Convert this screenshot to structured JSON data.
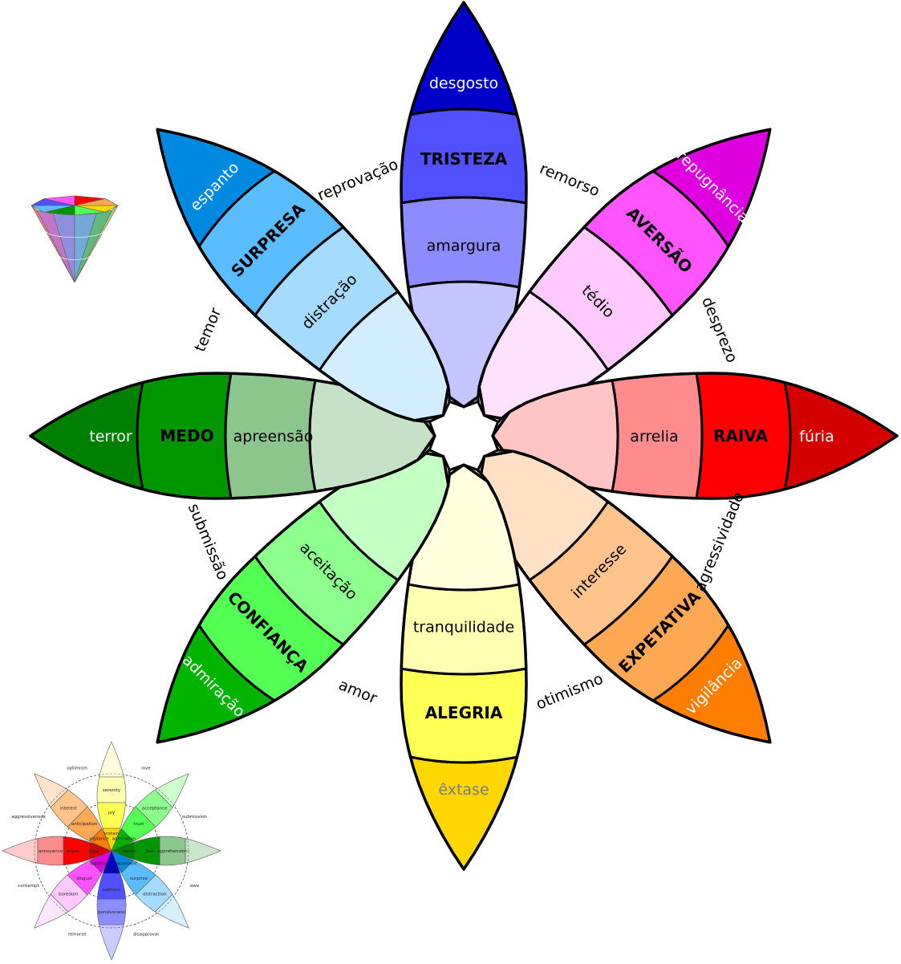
{
  "petals": [
    {
      "id": "tristeza",
      "angle": -90,
      "segments": [
        {
          "label": "desgosto",
          "fill": "#0000c8",
          "text": "#ffffff",
          "bold": false
        },
        {
          "label": "TRISTEZA",
          "fill": "#5050ff",
          "text": "#000000",
          "bold": true
        },
        {
          "label": "amargura",
          "fill": "#8c8cff",
          "text": "#000000",
          "bold": false
        },
        {
          "label": "",
          "fill": "#c4c4ff",
          "text": "#000000",
          "bold": false
        }
      ]
    },
    {
      "id": "aversao",
      "angle": -45,
      "segments": [
        {
          "label": "repugnância",
          "fill": "#de00de",
          "text": "#ffffff",
          "bold": false
        },
        {
          "label": "AVERSÃO",
          "fill": "#ff54ff",
          "text": "#000000",
          "bold": true
        },
        {
          "label": "tédio",
          "fill": "#ffc8ff",
          "text": "#000000",
          "bold": false
        },
        {
          "label": "",
          "fill": "#ffe0ff",
          "text": "#000000",
          "bold": false
        }
      ]
    },
    {
      "id": "raiva",
      "angle": 0,
      "segments": [
        {
          "label": "fúria",
          "fill": "#d40000",
          "text": "#ffffff",
          "bold": false
        },
        {
          "label": "RAIVA",
          "fill": "#ff0000",
          "text": "#000000",
          "bold": true
        },
        {
          "label": "arrelia",
          "fill": "#ff8c8c",
          "text": "#000000",
          "bold": false
        },
        {
          "label": "",
          "fill": "#ffc4c4",
          "text": "#000000",
          "bold": false
        }
      ]
    },
    {
      "id": "expetativa",
      "angle": 45,
      "segments": [
        {
          "label": "vigilância",
          "fill": "#ff7d00",
          "text": "#ffffff",
          "bold": false
        },
        {
          "label": "EXPETATIVA",
          "fill": "#ffa854",
          "text": "#000000",
          "bold": true
        },
        {
          "label": "interesse",
          "fill": "#ffc48c",
          "text": "#000000",
          "bold": false
        },
        {
          "label": "",
          "fill": "#ffe0c4",
          "text": "#000000",
          "bold": false
        }
      ]
    },
    {
      "id": "alegria",
      "angle": 90,
      "segments": [
        {
          "label": "êxtase",
          "fill": "#ffd700",
          "text": "#7a7a7a",
          "bold": false
        },
        {
          "label": "ALEGRIA",
          "fill": "#ffff54",
          "text": "#000000",
          "bold": true
        },
        {
          "label": "tranquilidade",
          "fill": "#ffffb1",
          "text": "#000000",
          "bold": false
        },
        {
          "label": "",
          "fill": "#ffffdd",
          "text": "#000000",
          "bold": false
        }
      ]
    },
    {
      "id": "confianca",
      "angle": 135,
      "segments": [
        {
          "label": "admiração",
          "fill": "#00b400",
          "text": "#ffffff",
          "bold": false
        },
        {
          "label": "CONFIANÇA",
          "fill": "#54ff54",
          "text": "#000000",
          "bold": true
        },
        {
          "label": "aceitação",
          "fill": "#8cff8c",
          "text": "#000000",
          "bold": false
        },
        {
          "label": "",
          "fill": "#c4ffc4",
          "text": "#000000",
          "bold": false
        }
      ]
    },
    {
      "id": "medo",
      "angle": 180,
      "segments": [
        {
          "label": "terror",
          "fill": "#008000",
          "text": "#ffffff",
          "bold": false
        },
        {
          "label": "MEDO",
          "fill": "#009600",
          "text": "#000000",
          "bold": true
        },
        {
          "label": "apreensão",
          "fill": "#8cc68c",
          "text": "#000000",
          "bold": false
        },
        {
          "label": "",
          "fill": "#c6e2c6",
          "text": "#000000",
          "bold": false
        }
      ]
    },
    {
      "id": "surpresa",
      "angle": 225,
      "segments": [
        {
          "label": "espanto",
          "fill": "#0089e0",
          "text": "#ffffff",
          "bold": false
        },
        {
          "label": "SURPRESA",
          "fill": "#59bdff",
          "text": "#000000",
          "bold": true
        },
        {
          "label": "distração",
          "fill": "#a5dbff",
          "text": "#000000",
          "bold": false
        },
        {
          "label": "",
          "fill": "#d2edff",
          "text": "#000000",
          "bold": false
        }
      ]
    }
  ],
  "dyads": [
    {
      "label": "remorso",
      "angle": -67.5
    },
    {
      "label": "desprezo",
      "angle": -22.5
    },
    {
      "label": "agressividade",
      "angle": 22.5
    },
    {
      "label": "otimismo",
      "angle": 67.5
    },
    {
      "label": "amor",
      "angle": 112.5
    },
    {
      "label": "submissão",
      "angle": 157.5
    },
    {
      "label": "temor",
      "angle": 202.5
    },
    {
      "label": "reprovação",
      "angle": 247.5
    }
  ],
  "mini_wheel": {
    "petals": [
      {
        "angle": -90,
        "labels": [
          "serenity",
          "joy",
          "ecstasy"
        ],
        "fills": [
          "#ffffb1",
          "#ffff54",
          "#ffd700"
        ]
      },
      {
        "angle": -45,
        "labels": [
          "acceptance",
          "trust",
          "admiration"
        ],
        "fills": [
          "#8cff8c",
          "#54ff54",
          "#00b400"
        ]
      },
      {
        "angle": 0,
        "labels": [
          "apprehension",
          "fear",
          "terror"
        ],
        "fills": [
          "#8cc68c",
          "#009600",
          "#008000"
        ]
      },
      {
        "angle": 45,
        "labels": [
          "distraction",
          "surprise",
          "amazement"
        ],
        "fills": [
          "#a5dbff",
          "#59bdff",
          "#0089e0"
        ]
      },
      {
        "angle": 90,
        "labels": [
          "pensiveness",
          "sadness",
          "grief"
        ],
        "fills": [
          "#8c8cff",
          "#5050ff",
          "#0000c8"
        ]
      },
      {
        "angle": 135,
        "labels": [
          "boredom",
          "disgust",
          "loathing"
        ],
        "fills": [
          "#ffc8ff",
          "#ff54ff",
          "#de00de"
        ]
      },
      {
        "angle": 180,
        "labels": [
          "annoyance",
          "anger",
          "rage"
        ],
        "fills": [
          "#ff8c8c",
          "#ff0000",
          "#d40000"
        ]
      },
      {
        "angle": 225,
        "labels": [
          "interest",
          "anticipation",
          "vigilance"
        ],
        "fills": [
          "#ffc48c",
          "#ffa854",
          "#ff7d00"
        ]
      }
    ],
    "dyads": [
      {
        "label": "love",
        "angle": -67.5
      },
      {
        "label": "submission",
        "angle": -22.5
      },
      {
        "label": "awe",
        "angle": 22.5
      },
      {
        "label": "disapproval",
        "angle": 67.5
      },
      {
        "label": "remorse",
        "angle": 112.5
      },
      {
        "label": "contempt",
        "angle": 157.5
      },
      {
        "label": "aggressiveness",
        "angle": 202.5
      },
      {
        "label": "optimism",
        "angle": 247.5
      }
    ]
  },
  "cone": {
    "top_colors": [
      "#ffd700",
      "#54ff54",
      "#009600",
      "#59bdff",
      "#5050ff",
      "#ff54ff",
      "#ff0000",
      "#ffa854"
    ]
  }
}
